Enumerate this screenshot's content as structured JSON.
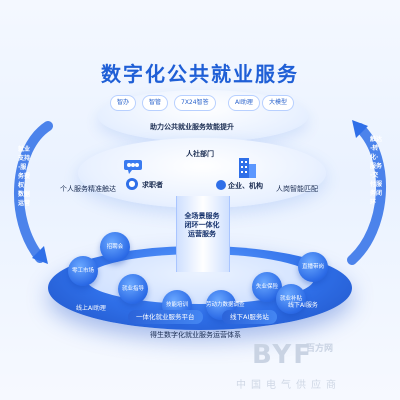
{
  "title": "数字化公共就业服务",
  "top_pills": [
    "智办",
    "智管",
    "7X24智答",
    "AI助理",
    "大模型"
  ],
  "top_caption": "助力公共就业服务效能提升",
  "hrss": "人社部门",
  "job_seeker": "求职者",
  "enterprise": "企业、机构",
  "left_caption": "个人服务精准触达",
  "right_caption": "人岗智能匹配",
  "center_text": "全场景服务闭环一体化运营服务",
  "bubbles": [
    "招聘会",
    "零工市场",
    "就业指导",
    "技能培训",
    "劳动力数据调查",
    "失业保险",
    "直播带岗",
    "就业补贴"
  ],
  "ring_label_left": "线上AI助理",
  "ring_label_right": "线下AI服务",
  "bottom_pill_left": "一体化就业服务平台",
  "bottom_pill_right": "线下AI服务站",
  "bottom_caption": "得生数字化就业服务运营体系",
  "left_side": "就业支持·服务授权·数据运营",
  "right_side": "触达·转化·服务·交付服务闭环",
  "watermark": {
    "logo": "BYF",
    "cn": "百方网",
    "sub": "中国电气供应商"
  },
  "colors": {
    "primary": "#1f5fd6",
    "ring": "#2f6fe8"
  }
}
